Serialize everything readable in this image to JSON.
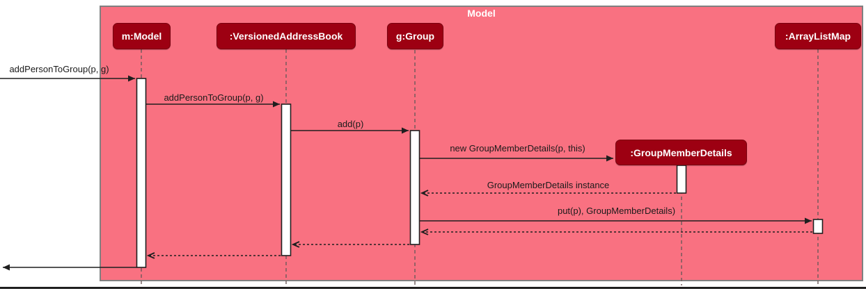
{
  "diagram": {
    "type": "uml-sequence-diagram",
    "frame_title": "Model"
  },
  "participants": [
    {
      "label": "m:Model"
    },
    {
      "label": ":VersionedAddressBook"
    },
    {
      "label": "g:Group"
    },
    {
      "label": ":ArrayListMap"
    },
    {
      "label": ":GroupMemberDetails",
      "created_during_sequence": true
    }
  ],
  "messages": [
    {
      "label": "addPersonToGroup(p, g)",
      "from": "caller",
      "to": "m:Model",
      "type": "sync"
    },
    {
      "label": "addPersonToGroup(p, g)",
      "from": "m:Model",
      "to": ":VersionedAddressBook",
      "type": "sync"
    },
    {
      "label": "add(p)",
      "from": ":VersionedAddressBook",
      "to": "g:Group",
      "type": "sync"
    },
    {
      "label": "new GroupMemberDetails(p, this)",
      "from": "g:Group",
      "to": ":GroupMemberDetails",
      "type": "create"
    },
    {
      "label": "GroupMemberDetails instance",
      "from": ":GroupMemberDetails",
      "to": "g:Group",
      "type": "return"
    },
    {
      "label": "put(p), GroupMemberDetails)",
      "from": "g:Group",
      "to": ":ArrayListMap",
      "type": "sync"
    },
    {
      "label": "",
      "from": ":ArrayListMap",
      "to": "g:Group",
      "type": "return"
    },
    {
      "label": "",
      "from": "g:Group",
      "to": ":VersionedAddressBook",
      "type": "return"
    },
    {
      "label": "",
      "from": ":VersionedAddressBook",
      "to": "m:Model",
      "type": "return"
    },
    {
      "label": "",
      "from": "m:Model",
      "to": "caller",
      "type": "return"
    }
  ],
  "colors": {
    "frame_bg": "#F97181",
    "frame_border": "#808080",
    "participant_bg": "#9D0012",
    "participant_border": "#7A000F",
    "participant_text": "#FFFFFF",
    "message_line": "#1F1F1F",
    "activation_fill": "#FFFFFF",
    "lifeline": "#6D5A5A",
    "bottom_rule": "#1F1F1F"
  }
}
